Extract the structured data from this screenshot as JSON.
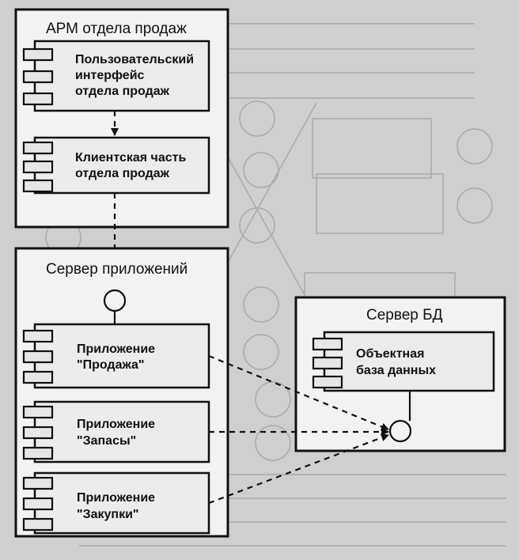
{
  "nodes": {
    "arm": {
      "title": "АРМ отдела продаж"
    },
    "app_server": {
      "title": "Сервер приложений"
    },
    "db_server": {
      "title": "Сервер БД"
    }
  },
  "components": {
    "ui": {
      "lines": [
        "Пользовательский",
        "интерфейс",
        "отдела продаж"
      ]
    },
    "client": {
      "lines": [
        "Клиентская часть",
        "отдела продаж"
      ]
    },
    "sales": {
      "lines": [
        "Приложение",
        "\"Продажа\""
      ]
    },
    "stock": {
      "lines": [
        "Приложение",
        "\"Запасы\""
      ]
    },
    "purchase": {
      "lines": [
        "Приложение",
        "\"Закупки\""
      ]
    },
    "objdb": {
      "lines": [
        "Объектная",
        "база данных"
      ]
    }
  },
  "colors": {
    "ink": "#111111",
    "paper": "#f2f2f2",
    "background": "#cfcfcf"
  }
}
